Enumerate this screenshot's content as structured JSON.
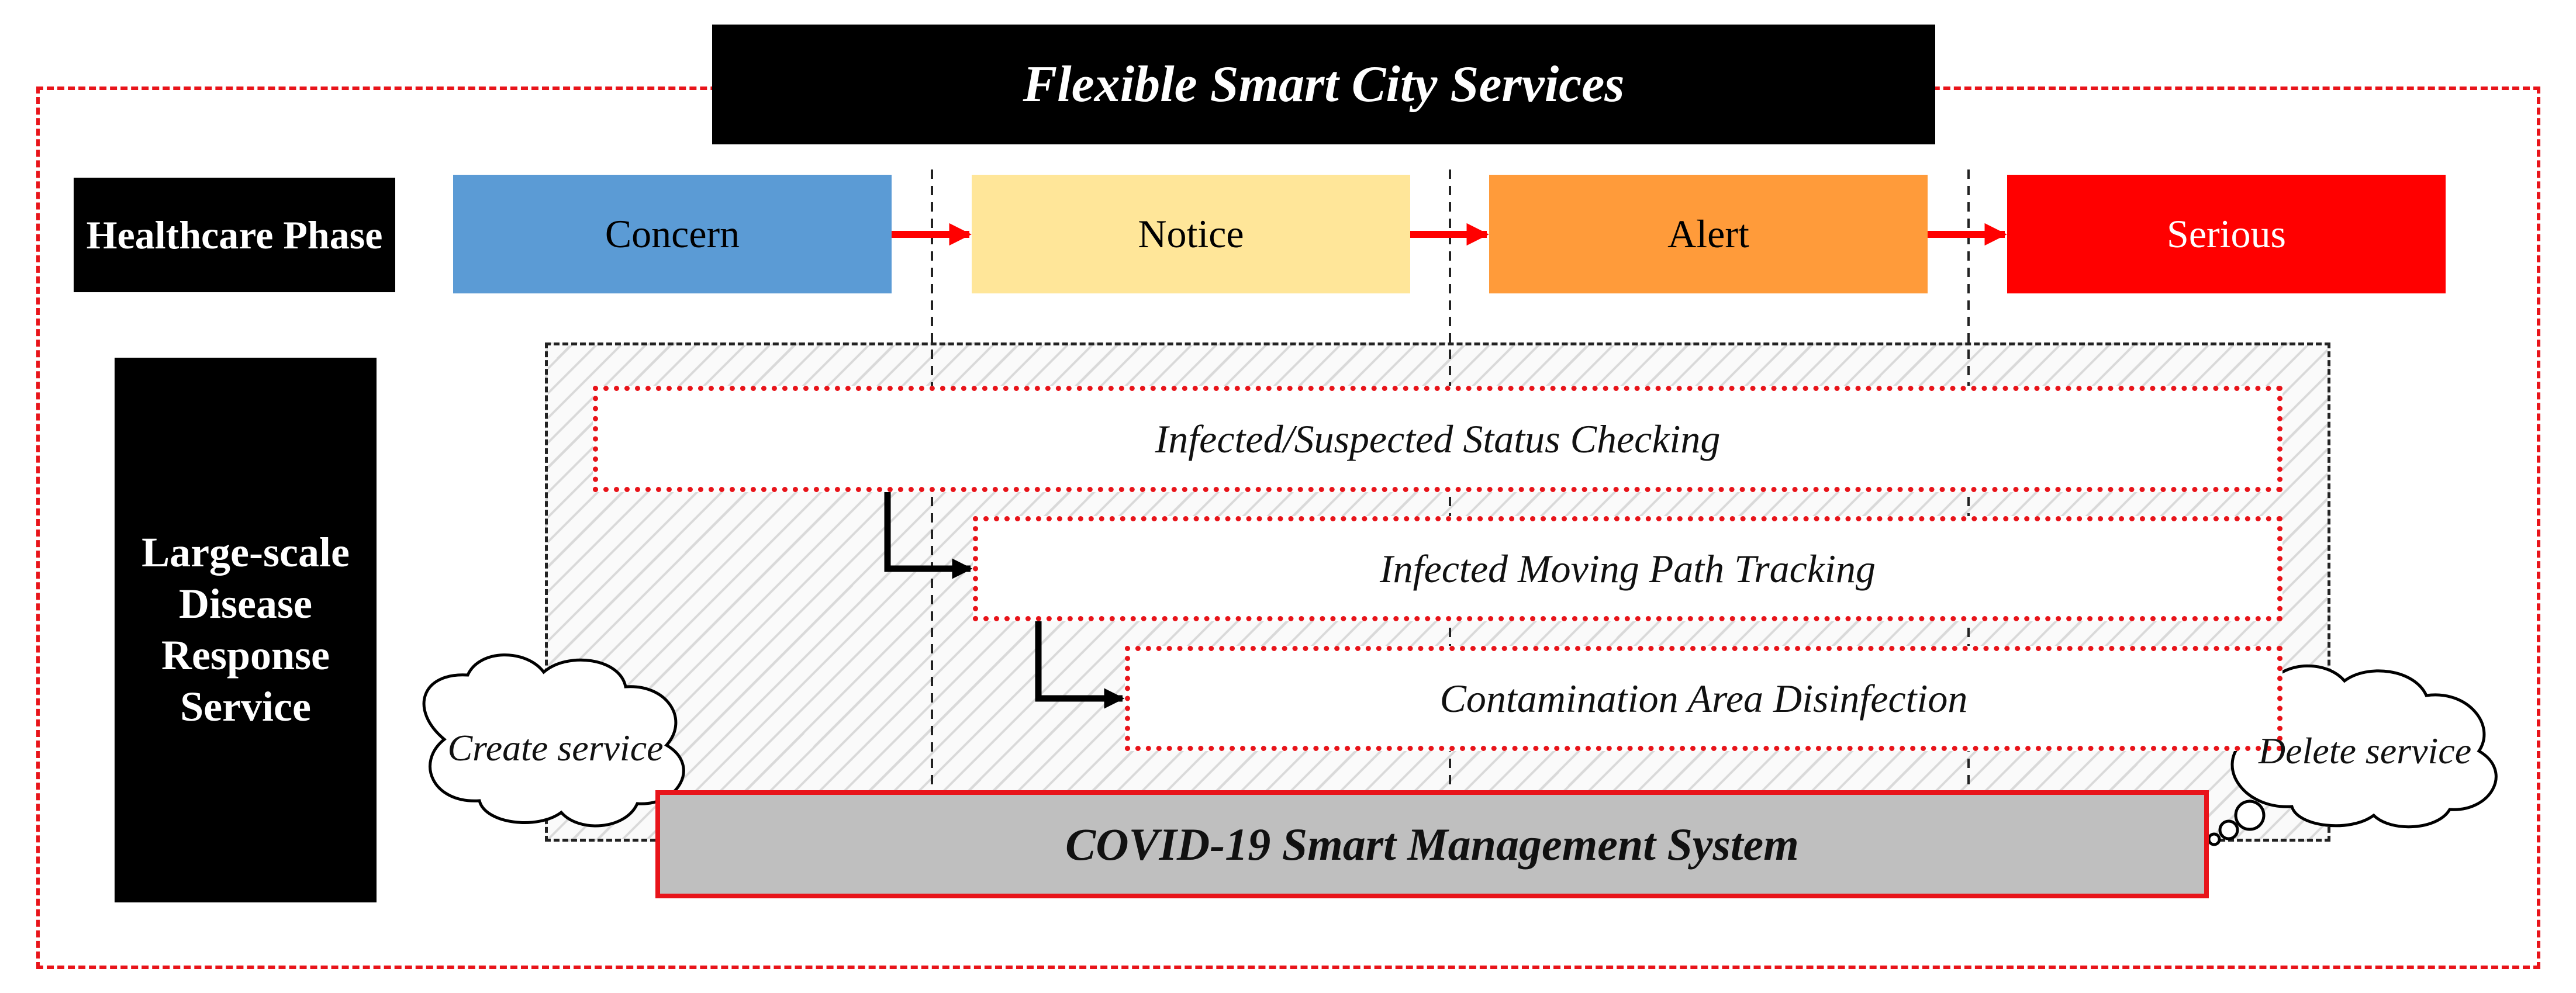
{
  "title": "Flexible Smart City Services",
  "left_labels": {
    "healthcare_phase": "Healthcare Phase",
    "disease_response": "Large-scale Disease Response Service"
  },
  "phases": [
    "Concern",
    "Notice",
    "Alert",
    "Serious"
  ],
  "phase_colors": [
    "#5b9bd5",
    "#ffe699",
    "#ff9b3a",
    "#ff0000"
  ],
  "services": [
    "Infected/Suspected Status Checking",
    "Infected Moving Path Tracking",
    "Contamination Area Disinfection"
  ],
  "system": "COVID-19 Smart Management System",
  "clouds": {
    "create": "Create service",
    "delete": "Delete service"
  },
  "accent_color": "#e8141a"
}
